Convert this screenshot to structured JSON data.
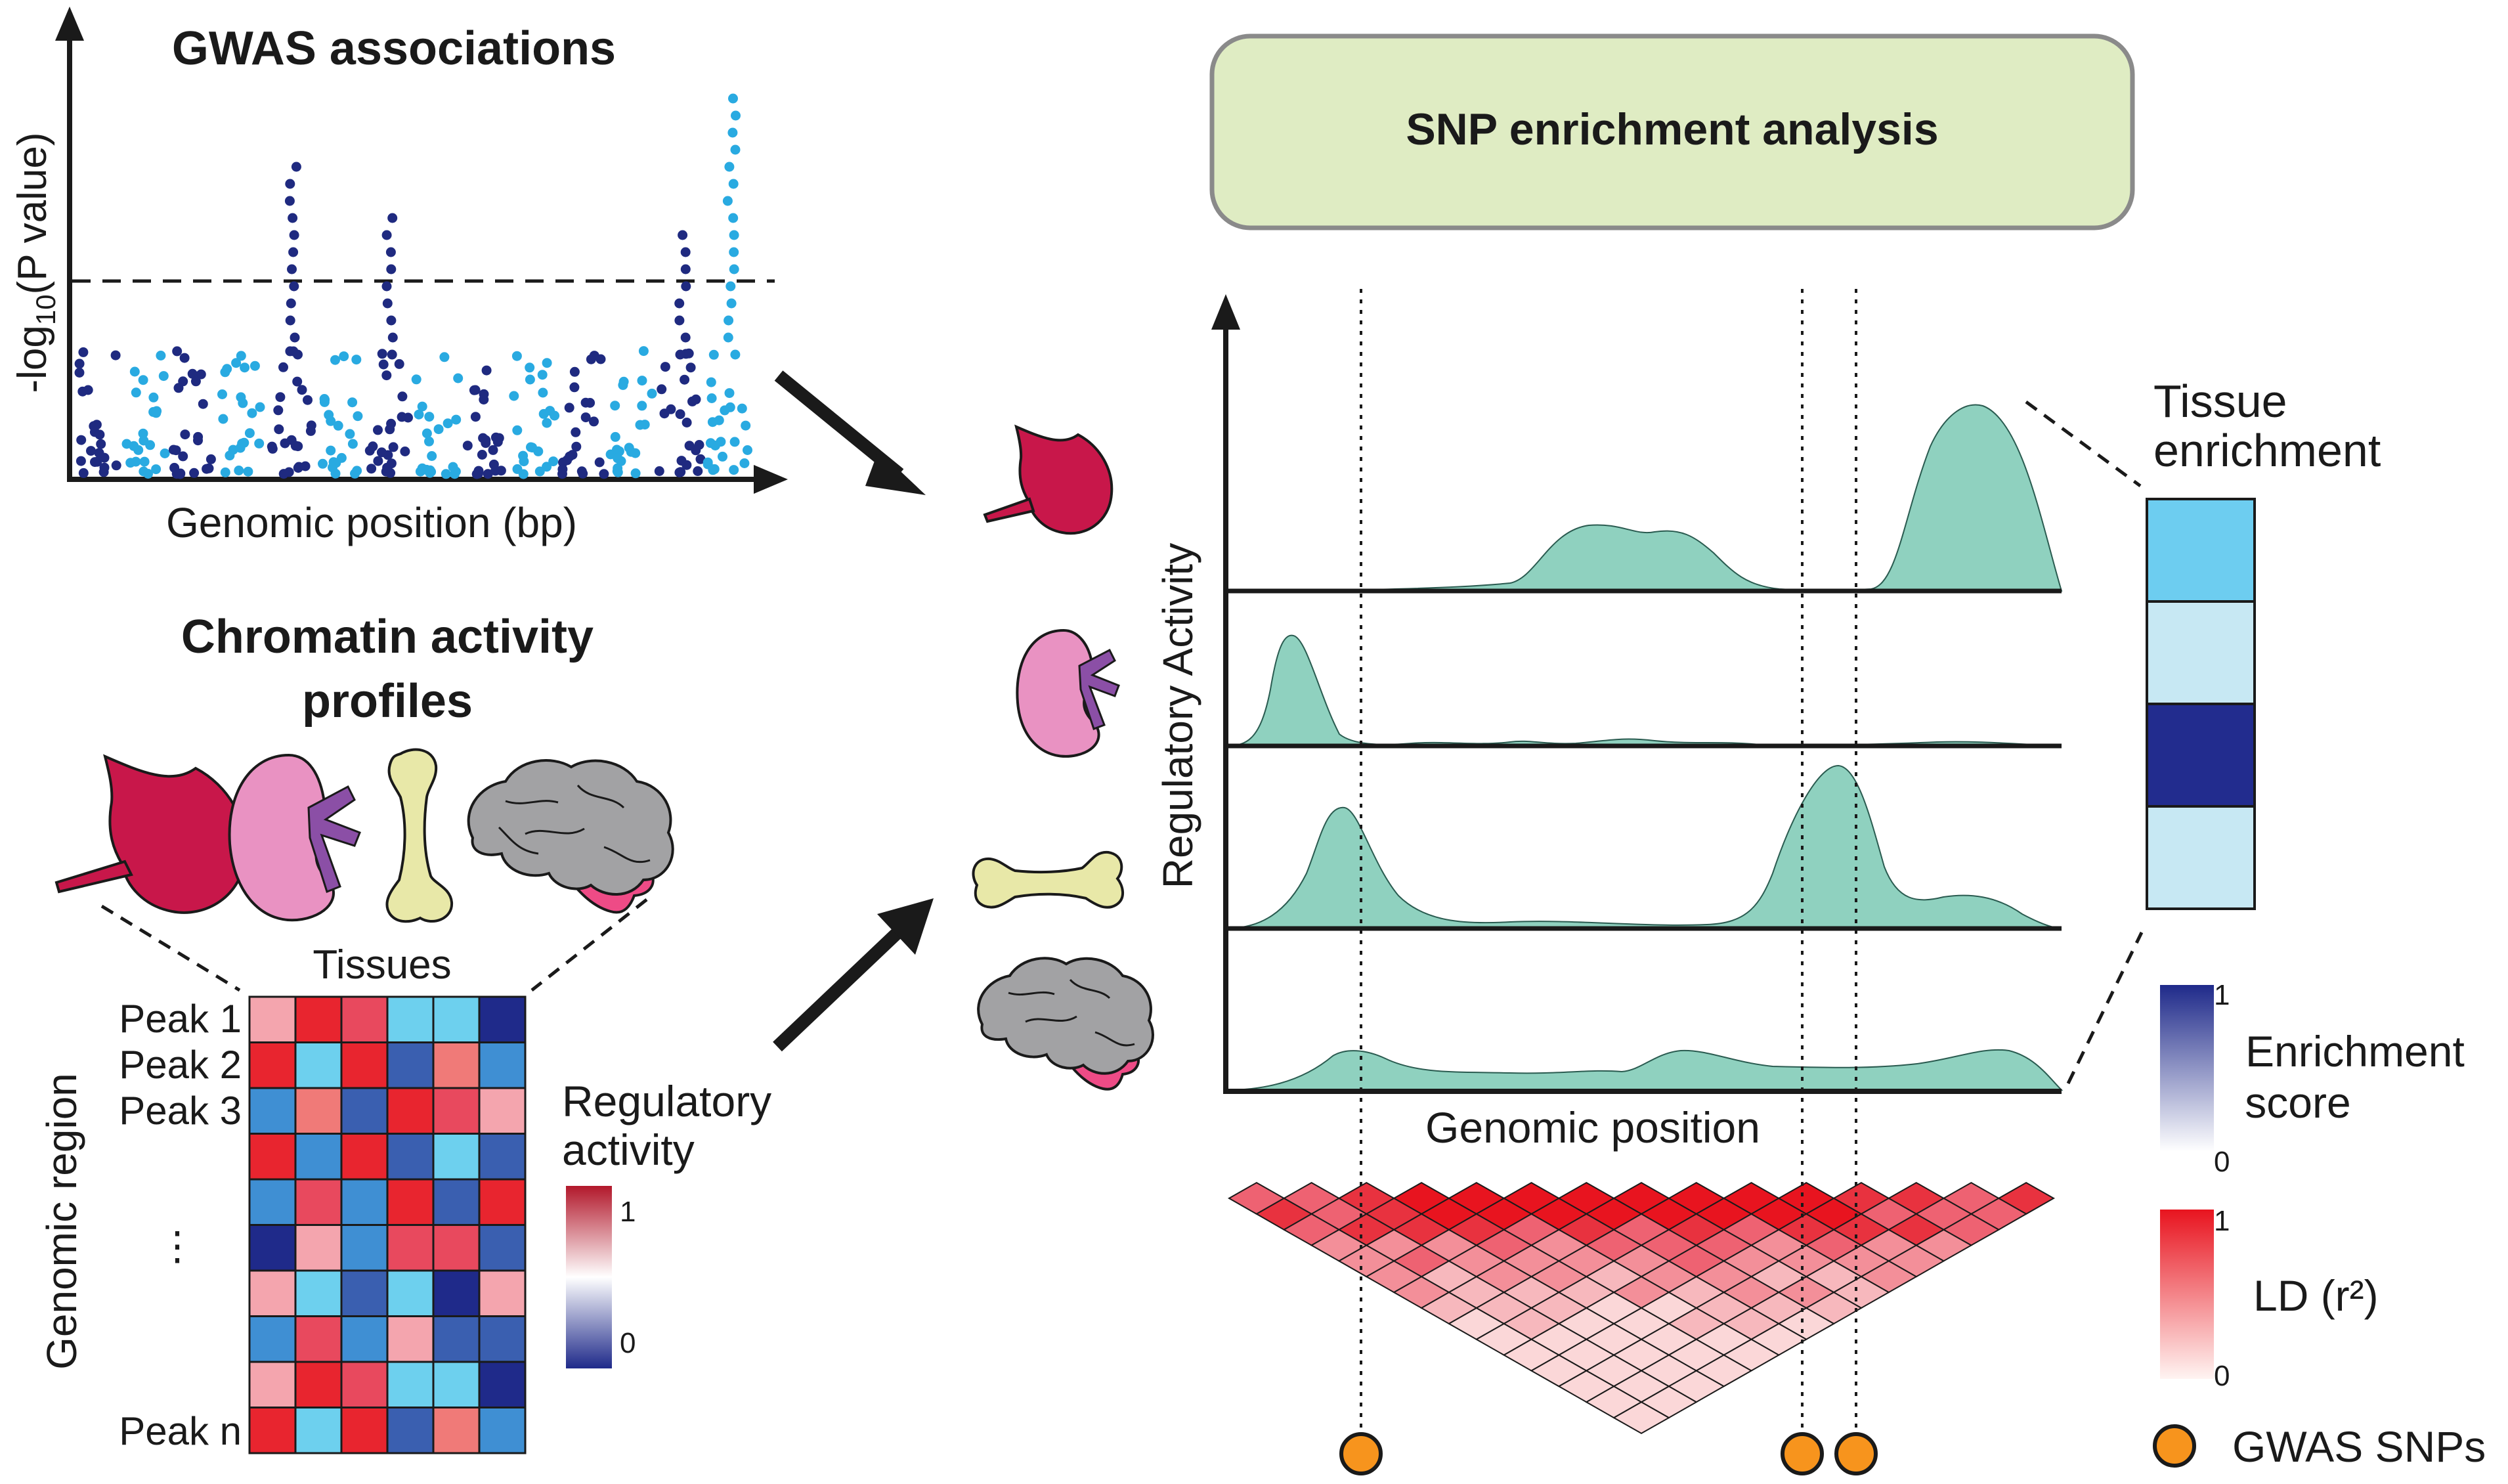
{
  "gwas": {
    "title": "GWAS associations",
    "ylabel_prefix": "-log",
    "ylabel_sub": "10",
    "ylabel_suffix": "(P value)",
    "xlabel": "Genomic position (bp)",
    "colors": {
      "dark": "#1f2a80",
      "light": "#29aae1"
    }
  },
  "chromatin": {
    "title_line1": "Chromatin activity",
    "title_line2": "profiles",
    "tissues_label": "Tissues",
    "region_label": "Genomic region",
    "peak_labels": [
      "Peak 1",
      "Peak 2",
      "Peak 3"
    ],
    "ellipsis": "⋮",
    "peak_n_label": "Peak n",
    "legend_title_line1": "Regulatory",
    "legend_title_line2": "activity",
    "legend_max": "1",
    "legend_min": "0",
    "palette": {
      "1": "#e8252f",
      "2": "#e8495e",
      "3": "#f4a5ae",
      "4": "#6dd0ee",
      "5": "#3f8fd3",
      "6": "#3a5fb0",
      "7": "#1f2a8a",
      "8": "#f07a78"
    },
    "matrix": [
      [
        3,
        1,
        2,
        4,
        4,
        7
      ],
      [
        1,
        4,
        1,
        6,
        8,
        5
      ],
      [
        5,
        8,
        6,
        1,
        2,
        3
      ],
      [
        1,
        5,
        1,
        6,
        4,
        6
      ],
      [
        5,
        2,
        5,
        1,
        6,
        1
      ],
      [
        7,
        3,
        5,
        2,
        2,
        6
      ],
      [
        3,
        4,
        6,
        4,
        7,
        3
      ],
      [
        5,
        2,
        5,
        3,
        6,
        6
      ],
      [
        3,
        1,
        2,
        4,
        4,
        7
      ],
      [
        1,
        4,
        1,
        6,
        8,
        5
      ]
    ]
  },
  "snp_box": {
    "title": "SNP enrichment analysis",
    "fill": "#dfecc3"
  },
  "tracks": {
    "ylabel": "Regulatory Activity",
    "xlabel": "Genomic position",
    "fill": "#8fd1bf"
  },
  "enrichment": {
    "title_line1": "Tissue",
    "title_line2": "enrichment",
    "cells": [
      "#6dcdf0",
      "#c7e8f3",
      "#222c8e",
      "#c7e8f3"
    ],
    "score_label_line1": "Enrichment",
    "score_label_line2": "score",
    "score_max": "1",
    "score_min": "0"
  },
  "ld": {
    "label": "LD (r²)",
    "max": "1",
    "min": "0"
  },
  "snp_legend": {
    "label": "GWAS SNPs",
    "color": "#f7941d"
  }
}
